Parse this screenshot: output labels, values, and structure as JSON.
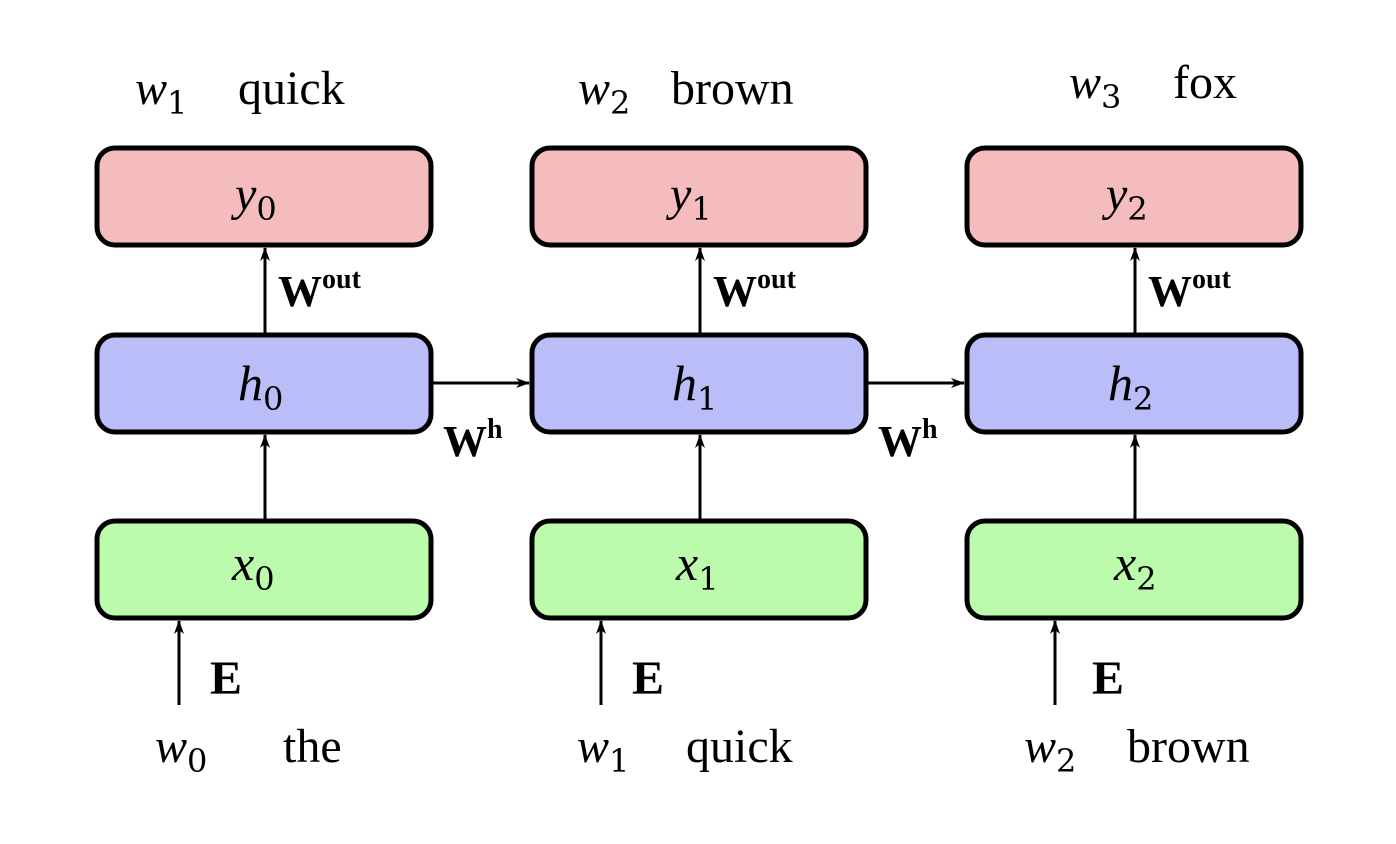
{
  "colors": {
    "output_box": "#f4bcbc",
    "hidden_box": "#babdf7",
    "input_box": "#bdfbac",
    "stroke": "#000000"
  },
  "steps": [
    {
      "top_word": {
        "var": "w",
        "sub": "1",
        "text": "quick"
      },
      "output": {
        "var": "y",
        "sub": "0"
      },
      "hidden": {
        "var": "h",
        "sub": "0"
      },
      "input": {
        "var": "x",
        "sub": "0"
      },
      "bottom_word": {
        "var": "w",
        "sub": "0",
        "text": "the"
      },
      "out_weight": {
        "base": "W",
        "sup": "out"
      },
      "embed_label": "E",
      "recurrent_weight": {
        "base": "W",
        "sup": "h"
      }
    },
    {
      "top_word": {
        "var": "w",
        "sub": "2",
        "text": "brown"
      },
      "output": {
        "var": "y",
        "sub": "1"
      },
      "hidden": {
        "var": "h",
        "sub": "1"
      },
      "input": {
        "var": "x",
        "sub": "1"
      },
      "bottom_word": {
        "var": "w",
        "sub": "1",
        "text": "quick"
      },
      "out_weight": {
        "base": "W",
        "sup": "out"
      },
      "embed_label": "E",
      "recurrent_weight": {
        "base": "W",
        "sup": "h"
      }
    },
    {
      "top_word": {
        "var": "w",
        "sub": "3",
        "text": "fox"
      },
      "output": {
        "var": "y",
        "sub": "2"
      },
      "hidden": {
        "var": "h",
        "sub": "2"
      },
      "input": {
        "var": "x",
        "sub": "2"
      },
      "bottom_word": {
        "var": "w",
        "sub": "2",
        "text": "brown"
      },
      "out_weight": {
        "base": "W",
        "sup": "out"
      },
      "embed_label": "E"
    }
  ]
}
